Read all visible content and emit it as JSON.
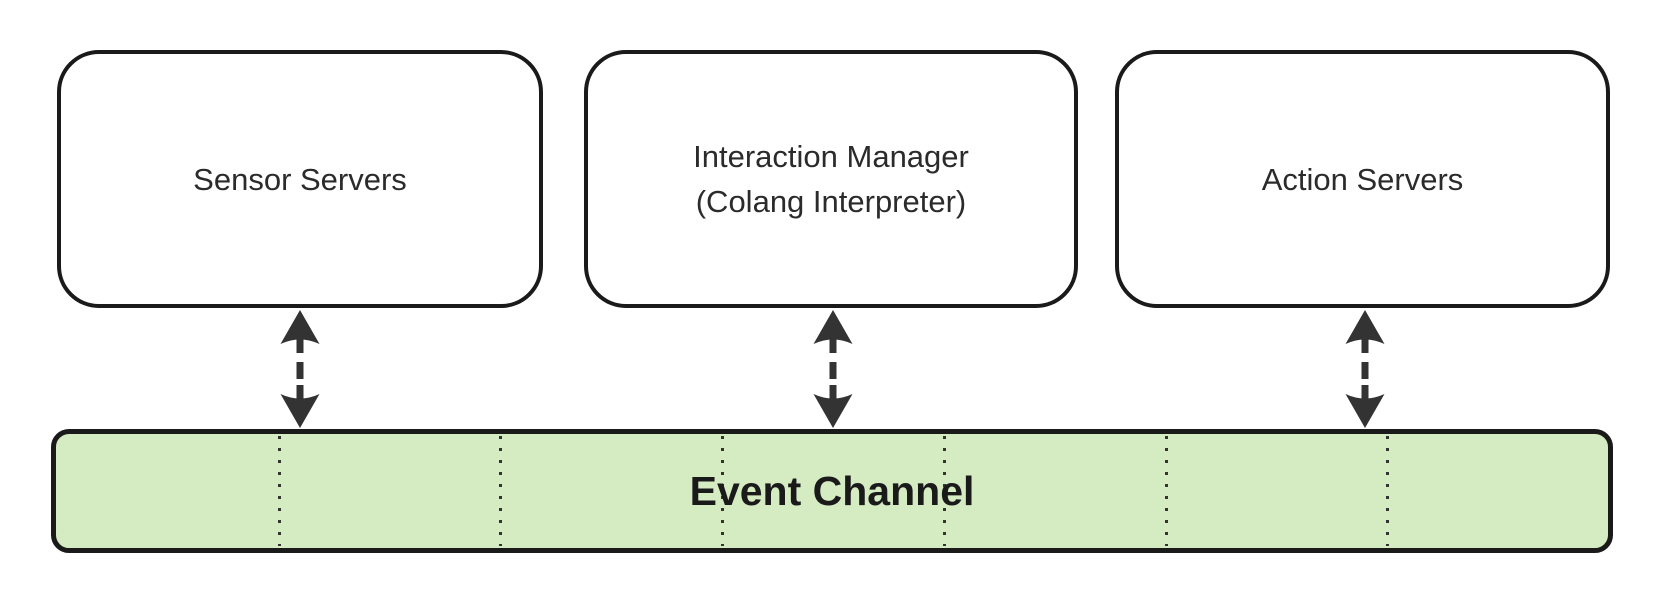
{
  "diagram": {
    "kind": "architecture-block-diagram",
    "background_color": "#ffffff"
  },
  "nodes": [
    {
      "id": "sensor-servers",
      "label": "Sensor Servers"
    },
    {
      "id": "interaction-manager",
      "label": "Interaction Manager\n(Colang Interpreter)"
    },
    {
      "id": "action-servers",
      "label": "Action Servers"
    }
  ],
  "event_channel": {
    "label": "Event Channel",
    "fill_color": "#d5ecc2",
    "border_color": "#1a1a1a",
    "divider_count": 6,
    "divider_style": "dotted-vertical"
  },
  "connections": [
    {
      "from": "sensor-servers",
      "to": "event-channel",
      "line_style": "dashed",
      "direction": "bidirectional"
    },
    {
      "from": "interaction-manager",
      "to": "event-channel",
      "line_style": "dashed",
      "direction": "bidirectional"
    },
    {
      "from": "action-servers",
      "to": "event-channel",
      "line_style": "dashed",
      "direction": "bidirectional"
    }
  ],
  "colors": {
    "node_fill": "#ffffff",
    "node_border": "#1a1a1a",
    "node_text": "#2b2b2b",
    "arrow": "#333333",
    "channel_text": "#1a1a1a"
  }
}
